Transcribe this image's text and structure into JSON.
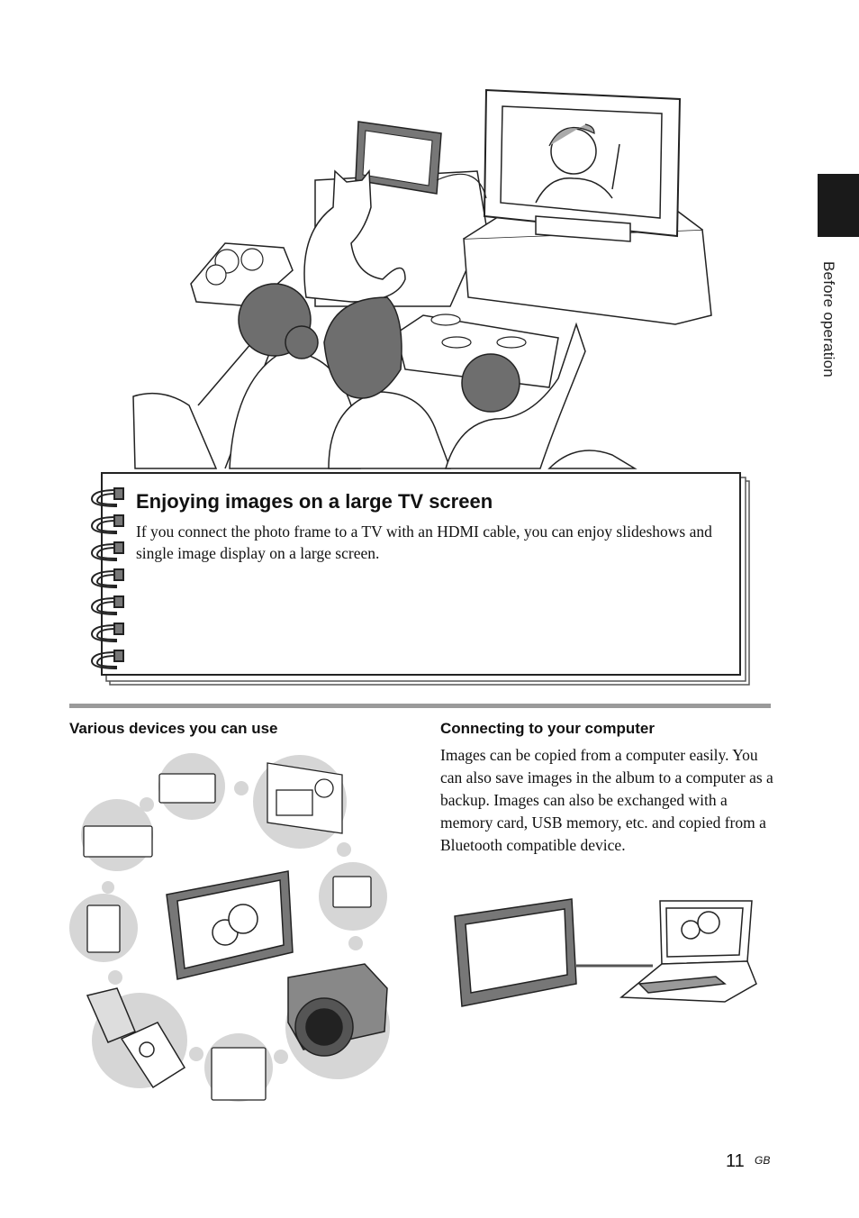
{
  "side_tab": {
    "label": "Before operation"
  },
  "notebook": {
    "title": "Enjoying images on a large TV screen",
    "body": "If you connect the photo frame to a TV with an HDMI cable, you can enjoy slideshows and single image display on a large screen."
  },
  "left_section": {
    "heading": "Various devices you can use"
  },
  "right_section": {
    "heading": "Connecting to your computer",
    "body": "Images can be copied from a computer easily. You can also save images in the album to a computer as a backup. Images can also be exchanged with a memory card, USB memory, etc. and copied from a Bluetooth compatible device."
  },
  "footer": {
    "page_number": "11",
    "suffix": "GB"
  },
  "colors": {
    "tab": "#1a1a1a",
    "divider": "#9a9a9a",
    "bubble": "#d6d6d6",
    "hair": "#6e6e6e"
  },
  "icons": [
    "tv-icon",
    "photo-frame-icon",
    "cat-icon",
    "memory-card-icon",
    "digital-camera-icon",
    "dslr-camera-icon",
    "mobile-phone-icon",
    "laptop-icon",
    "spiral-binding-icon"
  ]
}
